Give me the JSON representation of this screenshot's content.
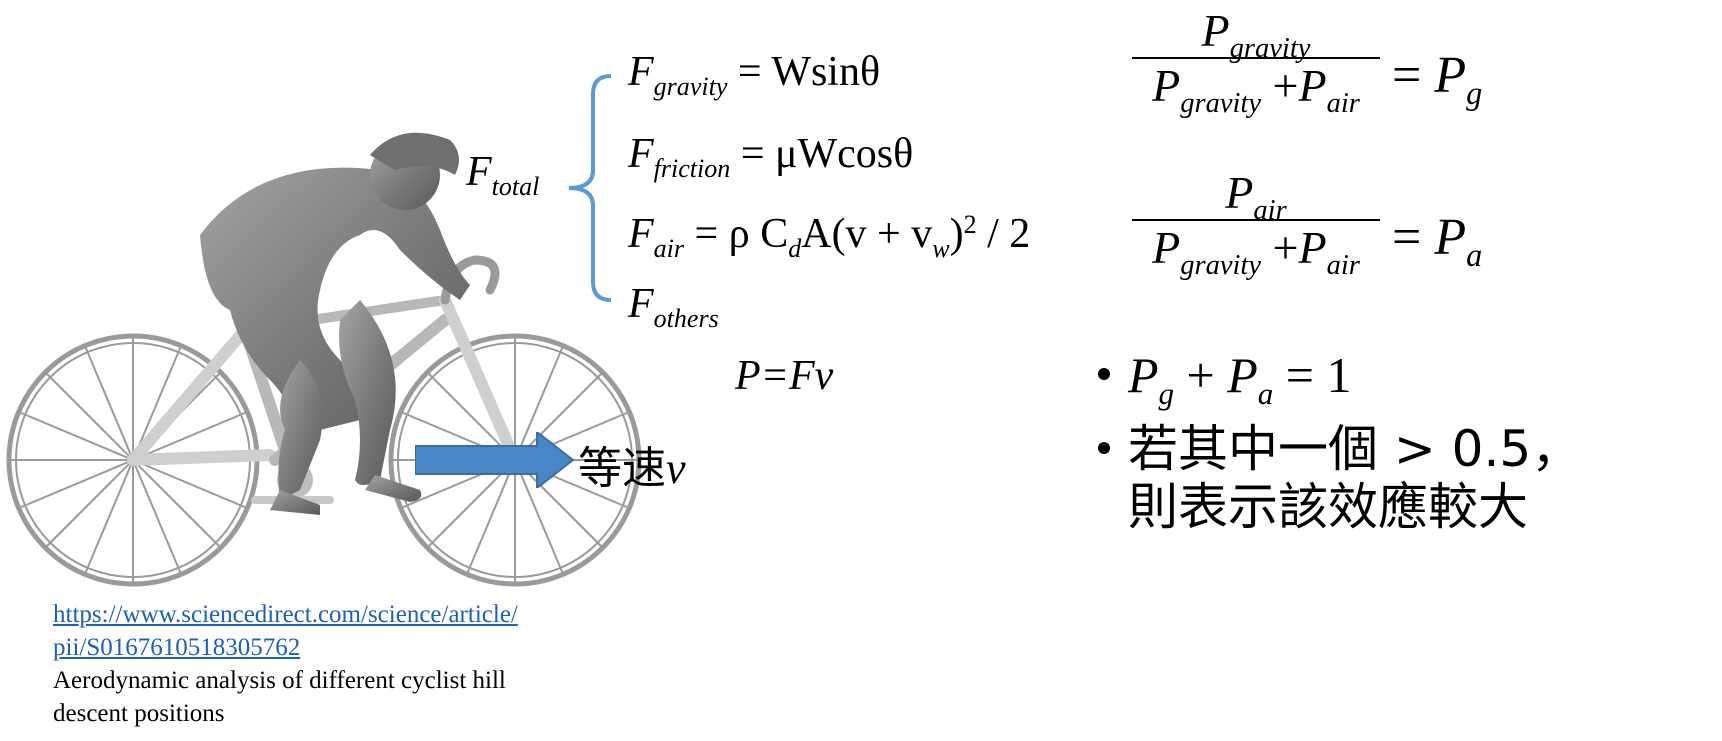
{
  "illustration": {
    "arrow_label": "等速",
    "arrow_var": "v",
    "arrow_color": "#4a86c5",
    "brace_color": "#5b9bd5"
  },
  "citation": {
    "url_line1": "https://www.sciencedirect.com/science/article/",
    "url_line2": "pii/S0167610518305762",
    "title_line1": "Aerodynamic analysis of different cyclist hill",
    "title_line2": "descent positions"
  },
  "forces": {
    "total": {
      "sym": "F",
      "sub": "total"
    },
    "gravity": {
      "sym": "F",
      "sub": "gravity",
      "rhs": "= Wsinθ"
    },
    "friction": {
      "sym": "F",
      "sub": "friction",
      "rhs": "= μWcosθ"
    },
    "air": {
      "sym": "F",
      "sub": "air",
      "rhs_a": "= ρ C",
      "rhs_b": "d",
      "rhs_c": "A(v + v",
      "rhs_d": "w",
      "rhs_e": ")",
      "rhs_f": "2",
      "rhs_g": " / 2"
    },
    "others": {
      "sym": "F",
      "sub": "others"
    }
  },
  "power": {
    "lhs": "P",
    "rhs": "=Fv"
  },
  "ratios": {
    "pg": {
      "num_sym": "P",
      "num_sub": "gravity",
      "den1_sym": "P",
      "den1_sub": "gravity",
      "plus": "+",
      "den2_sym": "P",
      "den2_sub": "air",
      "eq": "=",
      "res_sym": "P",
      "res_sub": "g"
    },
    "pa": {
      "num_sym": "P",
      "num_sub": "air",
      "den1_sym": "P",
      "den1_sub": "gravity",
      "plus": "+",
      "den2_sym": "P",
      "den2_sub": "air",
      "eq": "=",
      "res_sym": "P",
      "res_sub": "a"
    }
  },
  "bullets": {
    "b1": {
      "a": "P",
      "a_sub": "g",
      "plus": "+",
      "b": "P",
      "b_sub": "a",
      "tail": "= 1"
    },
    "b2_line1": "若其中一個 > 0.5，",
    "b2_line2": "則表示該效應較大"
  }
}
